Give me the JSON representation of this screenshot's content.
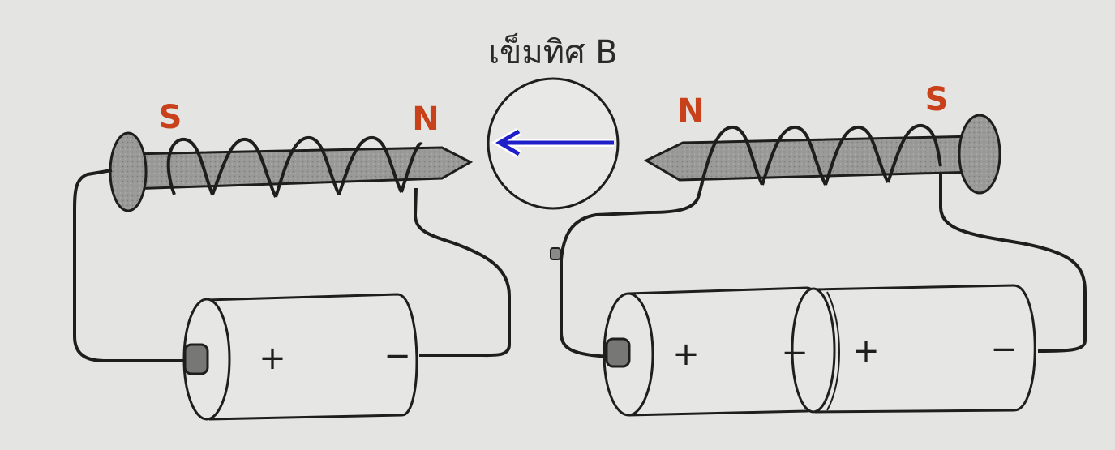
{
  "compass": {
    "label": "เข็มทิศ B",
    "arrow_color": "#1f1fc9"
  },
  "left_electromagnet": {
    "pole_left": "S",
    "pole_right": "N",
    "battery": {
      "positive": "+",
      "negative": "−"
    }
  },
  "right_electromagnet": {
    "pole_left": "N",
    "pole_right": "S",
    "battery_1": {
      "positive": "+",
      "negative": "−"
    },
    "battery_2": {
      "positive": "+",
      "negative": "−"
    }
  },
  "colors": {
    "pole_label": "#c9411a",
    "background": "#e4e5e2",
    "ink": "#1e1e1e",
    "nail": "#9a9a98"
  }
}
